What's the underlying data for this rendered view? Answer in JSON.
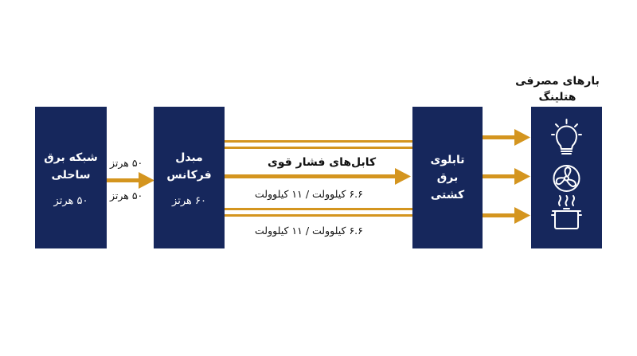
{
  "boxes": {
    "shore": {
      "line1": "شبکه برق",
      "line2": "ساحلی",
      "freq": "۵۰ هرتز"
    },
    "converter": {
      "line1": "مبدل",
      "line2": "فرکانس",
      "freq": "۶۰ هرتز"
    },
    "panel": {
      "line1": "تابلوی",
      "line2": "برق",
      "line3": "کشتی"
    }
  },
  "labels": {
    "hz_top": "۵۰ هرتز",
    "hz_bottom": "۵۰ هرتز",
    "cables_title": "کابل‌های فشار قوی",
    "voltage_1": "۶.۶ کیلوولت / ۱۱ کیلوولت",
    "voltage_2": "۶.۶ کیلوولت / ۱۱ کیلوولت"
  },
  "loads": {
    "title_line1": "بارهای مصرفی",
    "title_line2": "هتلینگ",
    "icons": [
      "lightbulb-icon",
      "fan-icon",
      "cooking-pot-icon"
    ]
  },
  "colors": {
    "box": "#16275c",
    "arrow": "#d4951f"
  }
}
